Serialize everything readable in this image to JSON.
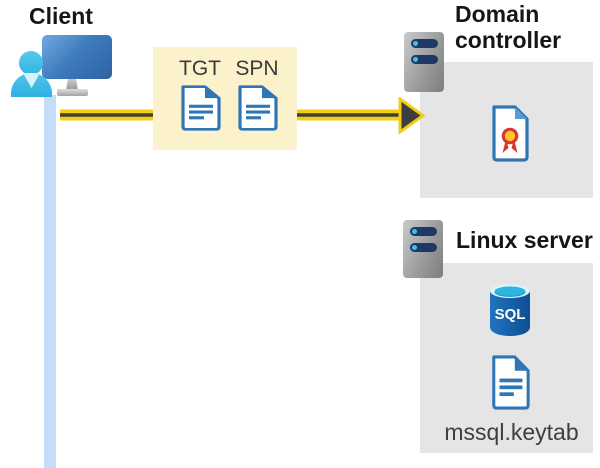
{
  "client": {
    "label": "Client"
  },
  "ticket_box": {
    "tickets": [
      {
        "label": "TGT"
      },
      {
        "label": "SPN"
      }
    ]
  },
  "domain_controller": {
    "title": "Domain controller"
  },
  "linux_server": {
    "title": "Linux server",
    "sql_label": "SQL",
    "keytab_label": "mssql.keytab"
  },
  "icons": {
    "client": "person-at-monitor-icon",
    "ticket_documents": "document-icon",
    "domain_controller": "server-icon",
    "certificate": "certificate-icon",
    "linux_server": "server-icon",
    "database": "sql-database-icon",
    "keytab_file": "document-icon"
  },
  "colors": {
    "arrow_yellow": "#f3cd11",
    "arrow_dark": "#423f35",
    "ticket_box_bg": "#fbf2cb",
    "panel_bg": "#e5e5e5",
    "doc_blue": "#2e76b5",
    "fold_light_blue": "#5b9bd5",
    "person_cyan": "#3fbee7",
    "network_line_blue": "#c5ddf8",
    "server_slot_navy": "#203864",
    "server_dot_cyan": "#41c0e9",
    "sql_body_blue": "#1463ae",
    "sql_top_cyan": "#2cb5de",
    "cert_red": "#d8392f",
    "cert_gold": "#ffc52f"
  }
}
